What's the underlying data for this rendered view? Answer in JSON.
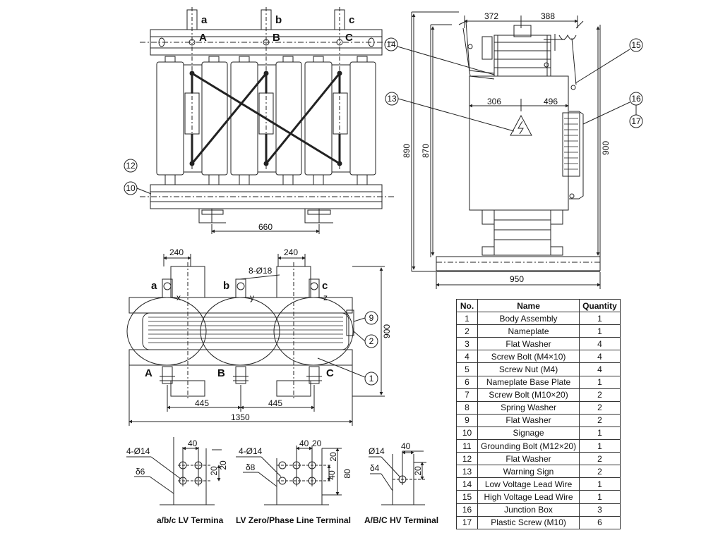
{
  "front_view": {
    "lv_terminals": [
      "a",
      "b",
      "c"
    ],
    "hv_terminals": [
      "A",
      "B",
      "C"
    ],
    "dim_660": "660",
    "callouts": [
      "12",
      "10"
    ]
  },
  "side_view": {
    "dim_372": "372",
    "dim_388": "388",
    "dim_306": "306",
    "dim_496": "496",
    "dim_890": "890",
    "dim_870": "870",
    "dim_900": "900",
    "dim_950": "950",
    "callouts": [
      "14",
      "13",
      "15",
      "16",
      "17"
    ]
  },
  "plan_view": {
    "dim_240_left": "240",
    "dim_240_right": "240",
    "hole_note": "8-Ø18",
    "dim_900": "900",
    "dim_445_left": "445",
    "dim_445_right": "445",
    "dim_1350": "1350",
    "lv_labels": [
      "a",
      "b",
      "c"
    ],
    "neutral_labels": [
      "x",
      "y",
      "z"
    ],
    "hv_labels": [
      "A",
      "B",
      "C"
    ],
    "callouts": [
      "9",
      "2",
      "1"
    ]
  },
  "terminal_details": [
    {
      "caption": "a/b/c LV Termina",
      "holes": "4-Ø14",
      "thick": "δ6",
      "d40": "40",
      "d20": "20",
      "d20b": "20"
    },
    {
      "caption": "LV Zero/Phase Line Terminal",
      "holes": "4-Ø14",
      "thick": "δ8",
      "d40": "40",
      "d20": "20",
      "d40b": "40",
      "d20b": "20",
      "d80": "80"
    },
    {
      "caption": "A/B/C HV Terminal",
      "holes": "Ø14",
      "thick": "δ4",
      "d40": "40",
      "d20": "20"
    }
  ],
  "parts_table": {
    "headers": [
      "No.",
      "Name",
      "Quantity"
    ],
    "rows": [
      [
        "1",
        "Body Assembly",
        "1"
      ],
      [
        "2",
        "Nameplate",
        "1"
      ],
      [
        "3",
        "Flat Washer",
        "4"
      ],
      [
        "4",
        "Screw Bolt (M4×10)",
        "4"
      ],
      [
        "5",
        "Screw Nut (M4)",
        "4"
      ],
      [
        "6",
        "Nameplate Base Plate",
        "1"
      ],
      [
        "7",
        "Screw Bolt (M10×20)",
        "2"
      ],
      [
        "8",
        "Spring Washer",
        "2"
      ],
      [
        "9",
        "Flat Washer",
        "2"
      ],
      [
        "10",
        "Signage",
        "1"
      ],
      [
        "11",
        "Grounding Bolt (M12×20)",
        "1"
      ],
      [
        "12",
        "Flat Washer",
        "2"
      ],
      [
        "13",
        "Warning Sign",
        "2"
      ],
      [
        "14",
        "Low Voltage Lead Wire",
        "1"
      ],
      [
        "15",
        "High Voltage Lead Wire",
        "1"
      ],
      [
        "16",
        "Junction Box",
        "3"
      ],
      [
        "17",
        "Plastic Screw (M10)",
        "6"
      ]
    ]
  }
}
